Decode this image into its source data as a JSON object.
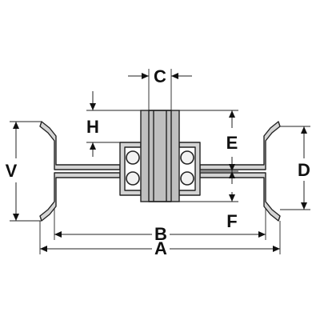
{
  "title": "",
  "labels": {
    "a": "A",
    "b": "B",
    "c": "C",
    "d": "D",
    "e": "E",
    "f": "F",
    "h": "H",
    "v": "V"
  },
  "colors": {
    "ink": "#222222",
    "metal": "#d4d4d4",
    "bore": "#bfbfbf",
    "ball": "#f2f2f2",
    "background": "#ffffff"
  }
}
